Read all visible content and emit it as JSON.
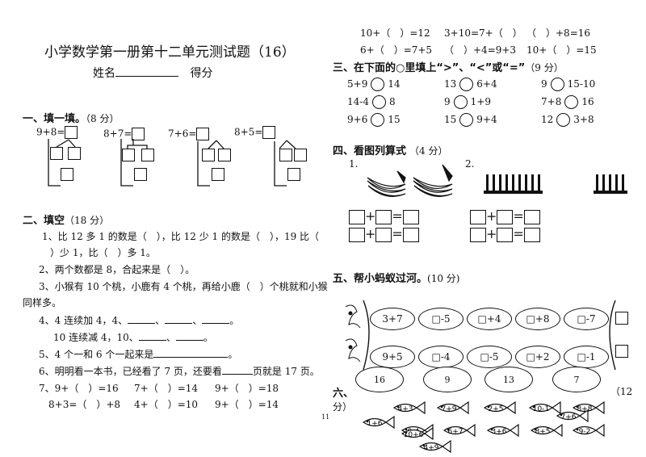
{
  "title": "小学数学第一册第十二单元测试题（16）",
  "name_label": "姓名",
  "score_label": "得分",
  "page_number": "11",
  "s1": {
    "heading": "一、填一填。",
    "points": "（8 分）",
    "items": [
      "9+8=",
      "8+7=",
      "7+6=",
      "8+5="
    ]
  },
  "s2": {
    "heading": "二、填空",
    "points": "（18 分）",
    "q1a": "1、比 12 多 1 的数是（　），比 12 少 1 的数是（　），19 比（",
    "q1b": "）少 1，比（　）多 1。",
    "q2": "2、两个数都是 8，合起来是（　）。",
    "q3a": "3、小猴有 10 个桃，小鹿有 4 个桃，再给小鹿（　）个桃就和小猴",
    "q3b": "同样多。",
    "q4a": "4、4 连续加 4，4、",
    "q4b": "10 连续减 4，10、",
    "q5": "5、4 个一和 6 个一起来是",
    "q6a": "6、明明看一本书，已经看了 7 页，还要看",
    "q6b": "页就是 17 页。",
    "q7_row1": [
      "7、9+（　）=16",
      "7+（　）=14",
      "9+（　）=18"
    ],
    "q7_row2": [
      "8+3=（　）+8",
      "4+（　）=10",
      "9+（　）=14"
    ]
  },
  "top_right": {
    "row1": [
      "10+（　）=12",
      "3+10=7+（　）",
      "（　）+8=16"
    ],
    "row2": [
      "6+（　）=7+5",
      "（　）+4=9+3",
      "10+（　）=15"
    ]
  },
  "s3": {
    "heading": "三、在下面的○里填上“>”、“<”或“=”",
    "points": "（9 分）",
    "rows": [
      [
        [
          "5+9",
          "14"
        ],
        [
          "13",
          "6+4"
        ],
        [
          "9",
          "15-10"
        ]
      ],
      [
        [
          "14-4",
          "8"
        ],
        [
          "9",
          "1+9"
        ],
        [
          "7+8",
          "16"
        ]
      ],
      [
        [
          "9+6",
          "15"
        ],
        [
          "15",
          "9+4"
        ],
        [
          "12",
          "3+8"
        ]
      ]
    ]
  },
  "s4": {
    "heading": "四、看图列算式",
    "points": "（4 分）",
    "label1": "1.",
    "label2": "2."
  },
  "s5": {
    "heading": "五、帮小蚂蚁过河。",
    "points": "(10 分)",
    "top_ovals": [
      "3+7",
      "□-5",
      "□+4",
      "□+8",
      "□-7"
    ],
    "bottom_ovals": [
      "9+5",
      "□-4",
      "□-5",
      "□+2",
      "□-1"
    ],
    "pots": [
      "16",
      "9",
      "13",
      "7"
    ]
  },
  "s6": {
    "heading": "六、",
    "points_a": "（12",
    "points_b": "分）",
    "fish": [
      "4+3",
      "7+9",
      "2+5",
      "10-1",
      "8+8",
      "1+6",
      "9-4",
      "6+7",
      "3+6",
      "8+5",
      "7+6",
      "9-2",
      "10+6",
      "4+9"
    ]
  }
}
